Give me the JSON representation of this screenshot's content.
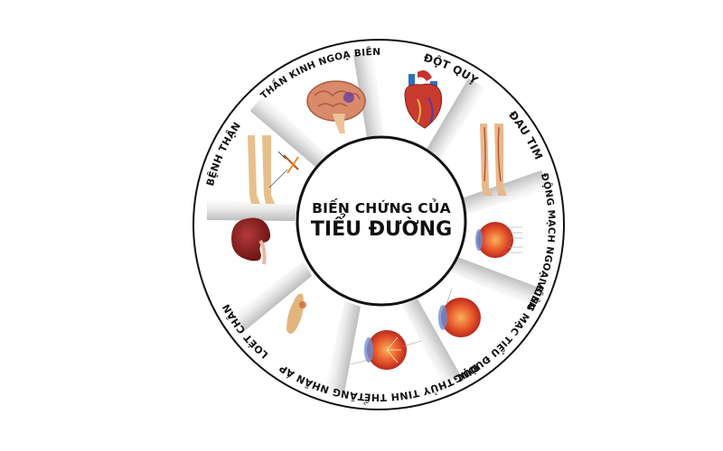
{
  "diagram": {
    "title_line1": "BIẾN CHỨNG CỦA",
    "title_line2": "TIỂU ĐƯỜNG",
    "segments": [
      {
        "label": "ĐỘT QUỴ",
        "icon": "brain-icon"
      },
      {
        "label": "ĐAU TIM",
        "icon": "heart-icon"
      },
      {
        "label": "ĐỘNG MẠCH NGOẠI BIÊN",
        "icon": "legs-arteries-icon"
      },
      {
        "label": "VÕNG MẠC TIỂU ĐƯỜNG",
        "icon": "eye-retina-icon"
      },
      {
        "label": "ĐỤC THỦY TINH THỂ",
        "icon": "eye-cataract-icon"
      },
      {
        "label": "TĂNG NHÃN ÁP",
        "icon": "eye-glaucoma-icon"
      },
      {
        "label": "LOÉT CHÂN",
        "icon": "foot-ulcer-icon"
      },
      {
        "label": "BỆNH THẬN",
        "icon": "kidney-icon"
      },
      {
        "label": "THẦN KINH NGOẠ BIÊN",
        "icon": "legs-nerve-icon"
      }
    ],
    "colors": {
      "ring_stroke": "#111111",
      "divider_gray": "#c8c8c8",
      "background": "#ffffff"
    }
  }
}
